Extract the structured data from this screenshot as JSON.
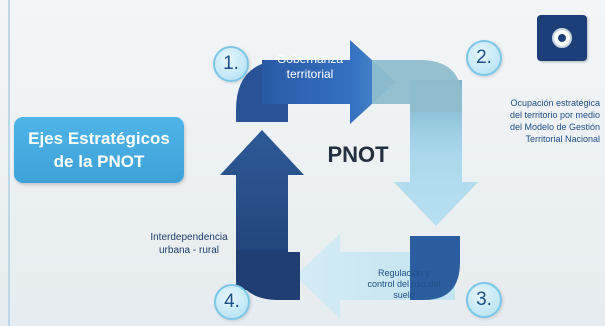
{
  "title": {
    "line1": "Ejes Estratégicos",
    "line2": "de la PNOT"
  },
  "center": "PNOT",
  "steps": [
    {
      "number": "1.",
      "line1": "Gobernanza",
      "line2": "territorial"
    },
    {
      "number": "2.",
      "line1": "Ocupación estratégica",
      "line2": "del territorio por medio",
      "line3": "del Modelo de Gestión",
      "line4": "Territorial Nacional"
    },
    {
      "number": "3.",
      "line1": "Regulación y",
      "line2": "control del uso del",
      "line3": "suelo"
    },
    {
      "number": "4.",
      "line1": "Interdependencia",
      "line2": "urbana - rural"
    }
  ],
  "colors": {
    "arrow_top": "#2e63b0",
    "arrow_right": "#a7d6ea",
    "arrow_bottom": "#c9e6f2",
    "arrow_left": "#254a80",
    "title_box": "#4fb4e8"
  },
  "emblem_icon": "globe-emblem-icon"
}
